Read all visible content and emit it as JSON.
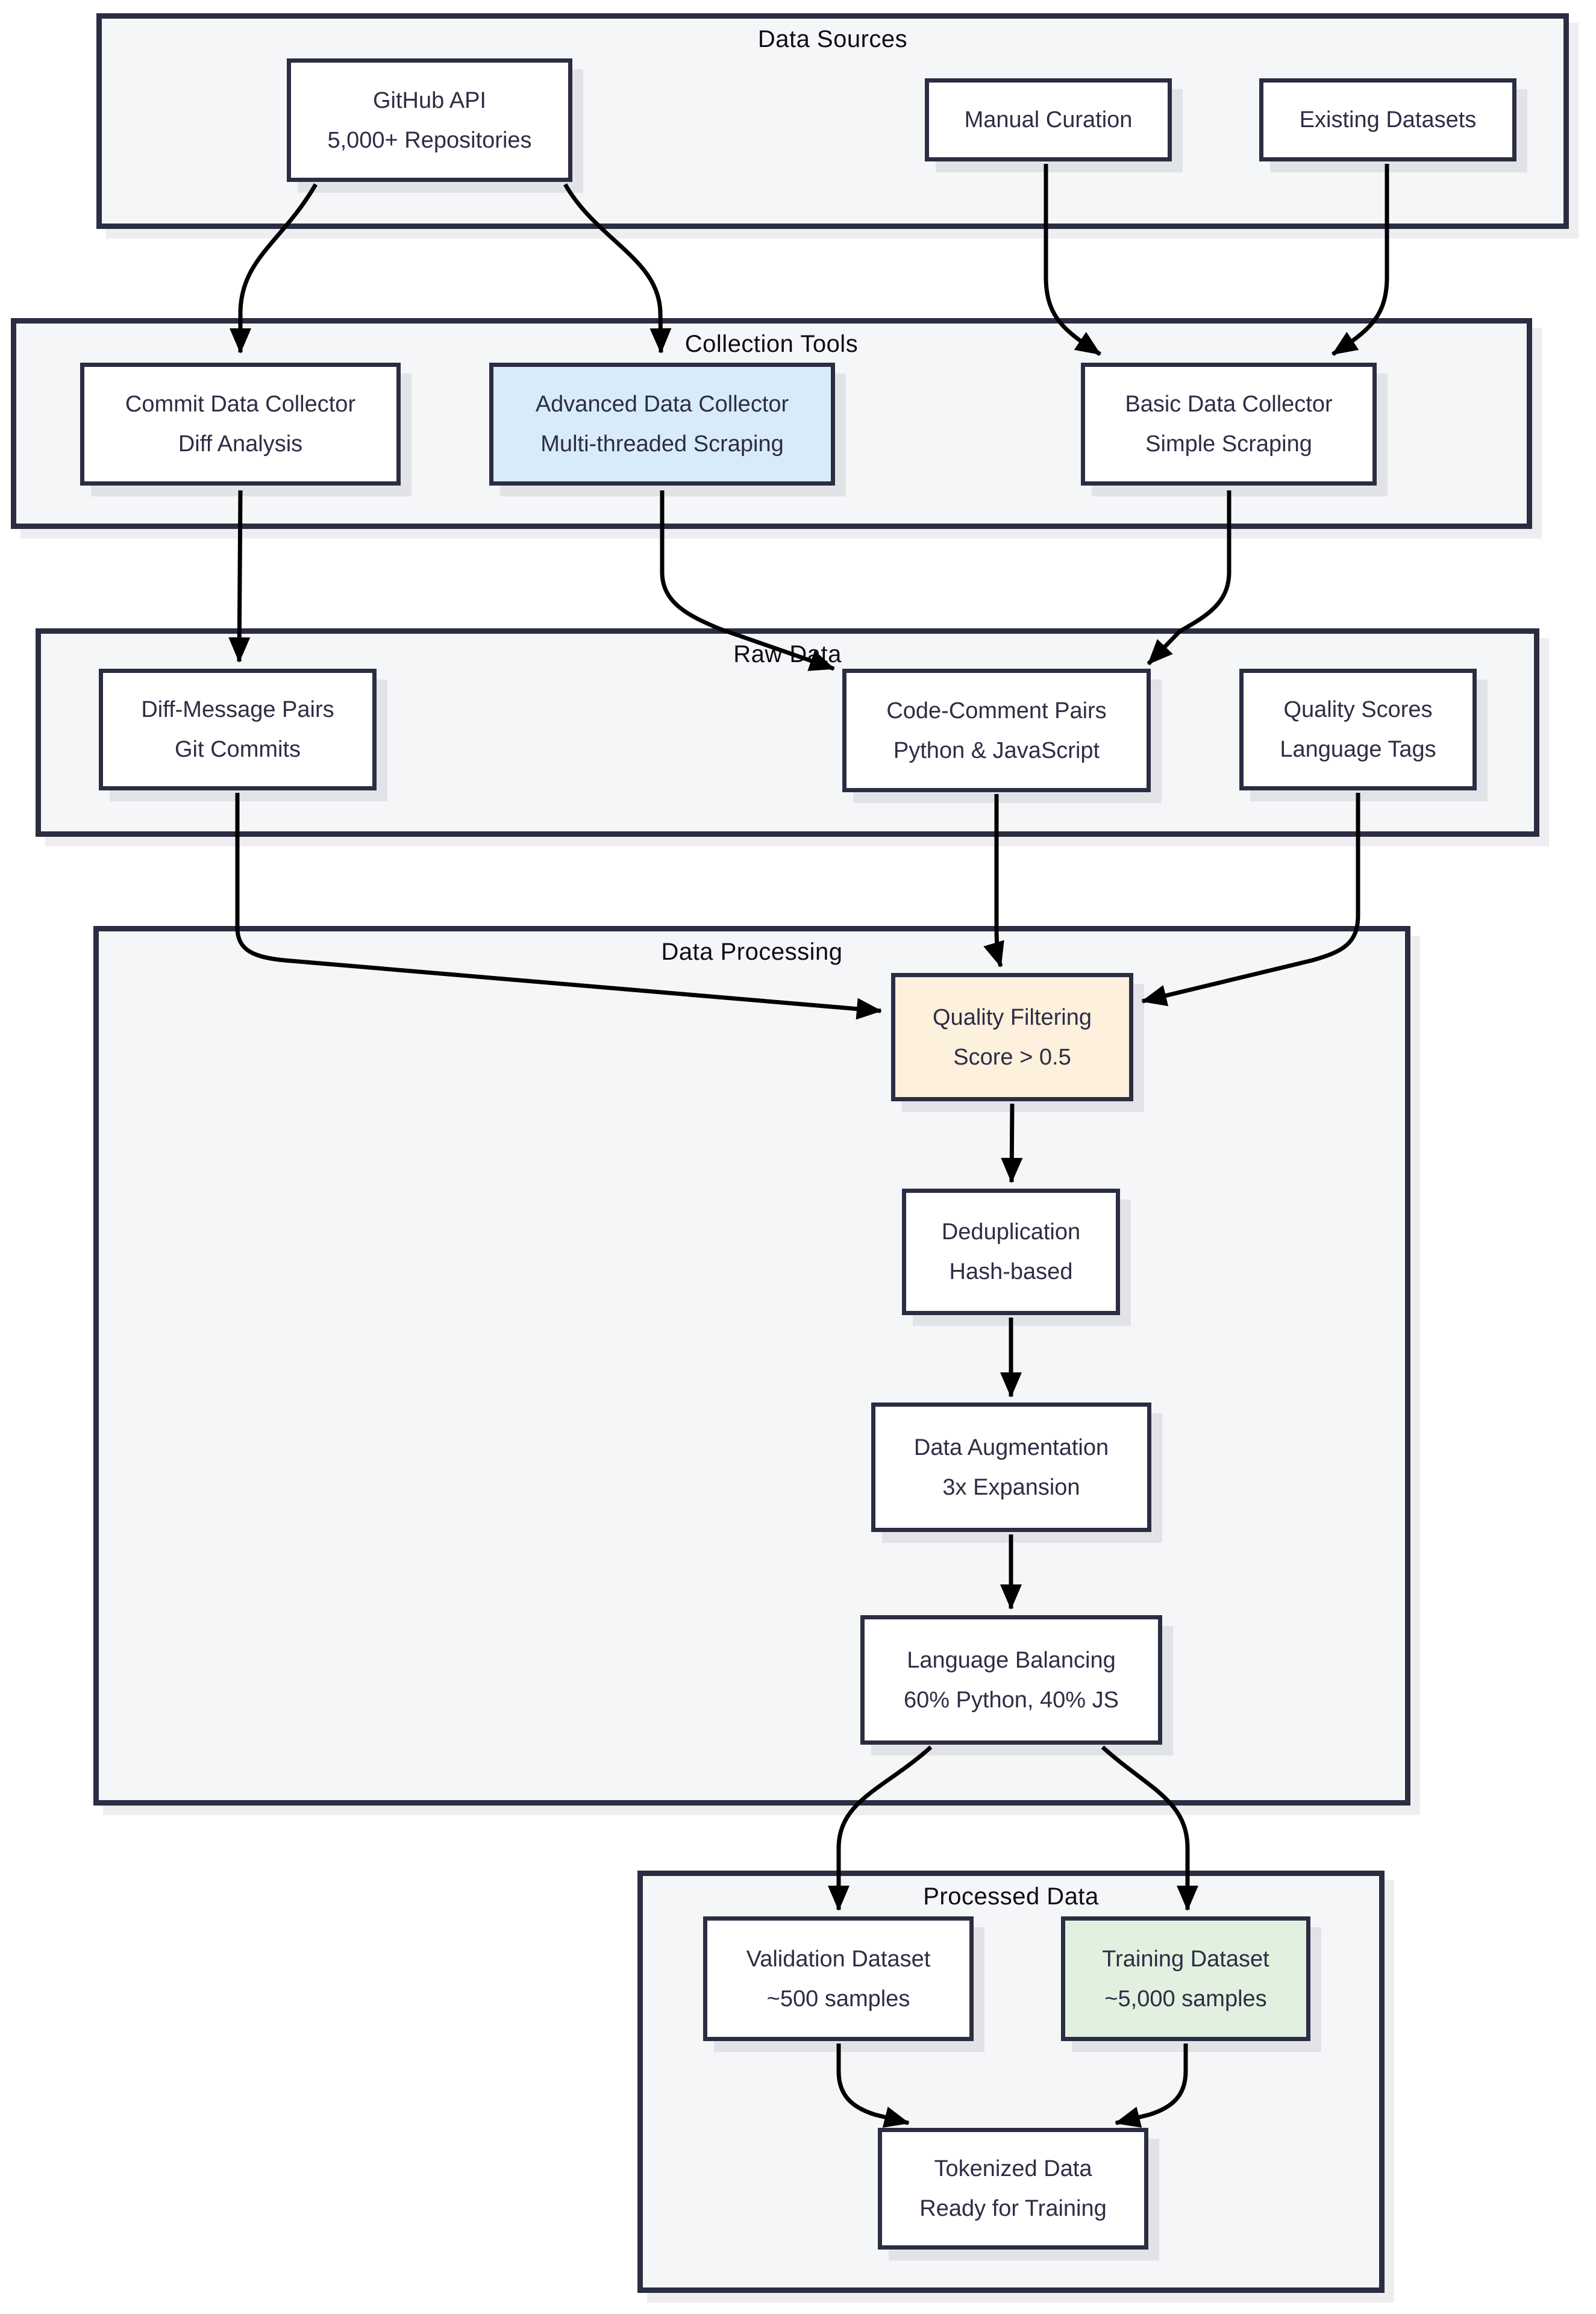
{
  "diagram": {
    "type": "flowchart",
    "direction": "top-down",
    "containers": {
      "data_sources": {
        "label": "Data Sources"
      },
      "collection_tools": {
        "label": "Collection Tools"
      },
      "raw_data": {
        "label": "Raw Data"
      },
      "data_processing": {
        "label": "Data Processing"
      },
      "processed_data": {
        "label": "Processed Data"
      }
    },
    "nodes": {
      "github_api": {
        "line1": "GitHub API",
        "line2": "5,000+ Repositories",
        "container": "data_sources",
        "fill": "#ffffff"
      },
      "manual_curation": {
        "line1": "Manual Curation",
        "container": "data_sources",
        "fill": "#ffffff"
      },
      "existing_datasets": {
        "line1": "Existing Datasets",
        "container": "data_sources",
        "fill": "#ffffff"
      },
      "commit_collector": {
        "line1": "Commit Data Collector",
        "line2": "Diff Analysis",
        "container": "collection_tools",
        "fill": "#ffffff"
      },
      "advanced_collector": {
        "line1": "Advanced Data Collector",
        "line2": "Multi-threaded Scraping",
        "container": "collection_tools",
        "fill": "#d7ecf8"
      },
      "basic_collector": {
        "line1": "Basic Data Collector",
        "line2": "Simple Scraping",
        "container": "collection_tools",
        "fill": "#ffffff"
      },
      "diff_message_pairs": {
        "line1": "Diff-Message Pairs",
        "line2": "Git Commits",
        "container": "raw_data",
        "fill": "#ffffff"
      },
      "code_comment_pairs": {
        "line1": "Code-Comment Pairs",
        "line2": "Python & JavaScript",
        "container": "raw_data",
        "fill": "#ffffff"
      },
      "quality_scores": {
        "line1": "Quality Scores",
        "line2": "Language Tags",
        "container": "raw_data",
        "fill": "#ffffff"
      },
      "quality_filtering": {
        "line1": "Quality Filtering",
        "line2": "Score > 0.5",
        "container": "data_processing",
        "fill": "#fdf0dc"
      },
      "deduplication": {
        "line1": "Deduplication",
        "line2": "Hash-based",
        "container": "data_processing",
        "fill": "#ffffff"
      },
      "data_augmentation": {
        "line1": "Data Augmentation",
        "line2": "3x Expansion",
        "container": "data_processing",
        "fill": "#ffffff"
      },
      "language_balancing": {
        "line1": "Language Balancing",
        "line2": "60% Python, 40% JS",
        "container": "data_processing",
        "fill": "#ffffff"
      },
      "validation_dataset": {
        "line1": "Validation Dataset",
        "line2": "~500 samples",
        "container": "processed_data",
        "fill": "#ffffff"
      },
      "training_dataset": {
        "line1": "Training Dataset",
        "line2": "~5,000 samples",
        "container": "processed_data",
        "fill": "#e2f0e0"
      },
      "tokenized_data": {
        "line1": "Tokenized Data",
        "line2": "Ready for Training",
        "container": "processed_data",
        "fill": "#ffffff"
      }
    },
    "edges": [
      {
        "from": "github_api",
        "to": "commit_collector"
      },
      {
        "from": "github_api",
        "to": "advanced_collector"
      },
      {
        "from": "manual_curation",
        "to": "basic_collector"
      },
      {
        "from": "existing_datasets",
        "to": "basic_collector"
      },
      {
        "from": "commit_collector",
        "to": "diff_message_pairs"
      },
      {
        "from": "advanced_collector",
        "to": "code_comment_pairs"
      },
      {
        "from": "basic_collector",
        "to": "code_comment_pairs"
      },
      {
        "from": "diff_message_pairs",
        "to": "quality_filtering"
      },
      {
        "from": "code_comment_pairs",
        "to": "quality_filtering"
      },
      {
        "from": "quality_scores",
        "to": "quality_filtering"
      },
      {
        "from": "quality_filtering",
        "to": "deduplication"
      },
      {
        "from": "deduplication",
        "to": "data_augmentation"
      },
      {
        "from": "data_augmentation",
        "to": "language_balancing"
      },
      {
        "from": "language_balancing",
        "to": "validation_dataset"
      },
      {
        "from": "language_balancing",
        "to": "training_dataset"
      },
      {
        "from": "validation_dataset",
        "to": "tokenized_data"
      },
      {
        "from": "training_dataset",
        "to": "tokenized_data"
      }
    ],
    "colors": {
      "node_border": "#2b2d42",
      "container_fill": "#f5f6f8",
      "container_border": "#2b2d42",
      "arrow": "#000000",
      "text": "#2d2d44",
      "highlight_blue": "#d7ecf8",
      "highlight_orange": "#fdf0dc",
      "highlight_green": "#e2f0e0"
    }
  }
}
